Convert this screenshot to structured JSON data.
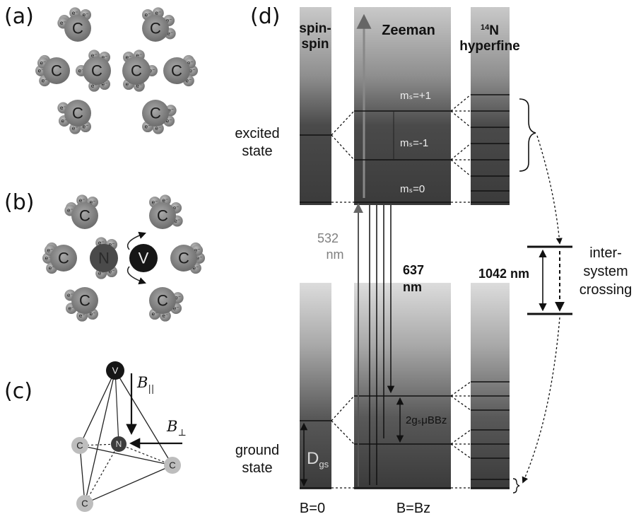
{
  "panels": {
    "a": "(a)",
    "b": "(b)",
    "c": "(c)",
    "d": "(d)"
  },
  "atoms": {
    "carbon": "C",
    "nitrogen": "N",
    "vacancy": "V",
    "electron": "e⁻"
  },
  "field_labels": {
    "b_parallel": "B",
    "b_parallel_sub": "||",
    "b_perp": "B",
    "b_perp_sub": "⊥"
  },
  "columns": {
    "spin_spin": [
      "spin-",
      "spin"
    ],
    "zeeman": "Zeeman",
    "hyperfine_sup": "14",
    "hyperfine": [
      "N",
      "hyperfine"
    ]
  },
  "states": {
    "excited": [
      "excited",
      "state"
    ],
    "ground": [
      "ground",
      "state"
    ],
    "ms_plus": "mₛ=+1",
    "ms_minus": "mₛ=-1",
    "ms_zero": "mₛ=0"
  },
  "transitions": {
    "excite_value": "532",
    "excite_unit": "nm",
    "emit_value": "637",
    "emit_unit": "nm",
    "isc_value": "1042 nm",
    "isc_label": [
      "inter-",
      "system",
      "crossing"
    ]
  },
  "splittings": {
    "zeeman_ground": "2gₛμBBz",
    "dgs": "D",
    "dgs_sub": "gs"
  },
  "bottom": {
    "b_zero": "B=0",
    "b_z": "B=Bz"
  },
  "colors": {
    "carbon": "#8a8a8a",
    "electron": "#9a9a9a",
    "nitrogen": "#4a4a4a",
    "vacancy": "#161616",
    "column_dark": "#4a4a4a",
    "column_light": "#b8b8b8"
  }
}
